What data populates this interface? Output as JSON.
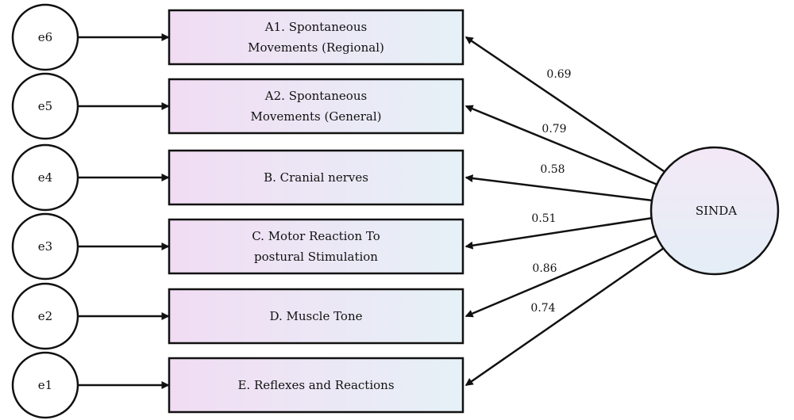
{
  "latent": {
    "label": "SINDA",
    "fill_top": "#f3e8f6",
    "fill_bottom": "#e4eef6"
  },
  "error_terms": [
    "e6",
    "e5",
    "e4",
    "e3",
    "e2",
    "e1"
  ],
  "indicators": [
    {
      "lines": [
        "A1. Spontaneous",
        "Movements (Regional)"
      ],
      "loading": "0.69"
    },
    {
      "lines": [
        "A2. Spontaneous",
        "Movements (General)"
      ],
      "loading": "0.79"
    },
    {
      "lines": [
        "B. Cranial nerves"
      ],
      "loading": "0.58"
    },
    {
      "lines": [
        "C. Motor Reaction To",
        "postural Stimulation"
      ],
      "loading": "0.51"
    },
    {
      "lines": [
        "D. Muscle Tone"
      ],
      "loading": "0.86"
    },
    {
      "lines": [
        "E. Reflexes and Reactions"
      ],
      "loading": "0.74"
    }
  ],
  "colors": {
    "box_left": "#f1dcf3",
    "box_right": "#e6f1f7",
    "stroke": "#111111"
  }
}
